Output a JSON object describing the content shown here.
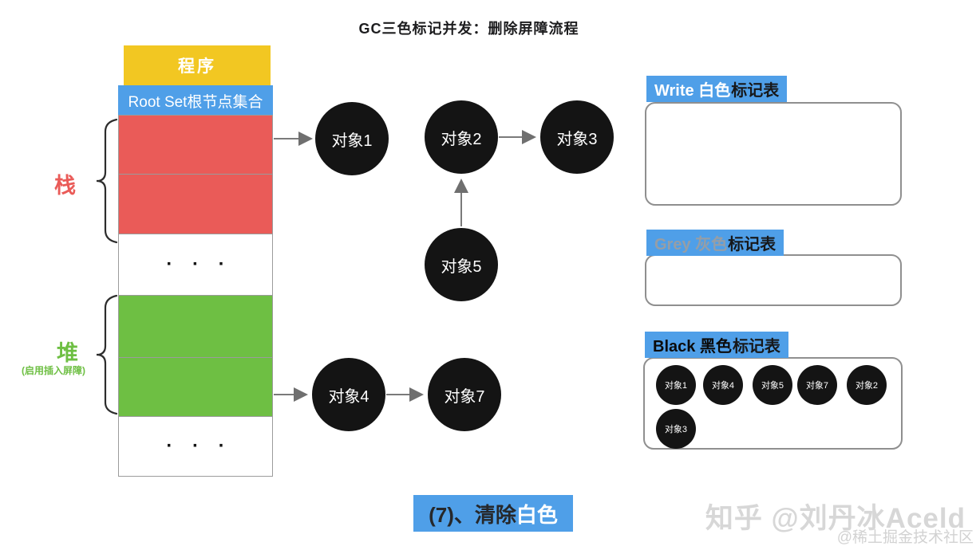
{
  "title": "GC三色标记并发：删除屏障流程",
  "left_labels": {
    "stack": "栈",
    "heap": "堆",
    "heap_note": "(启用插入屏障)"
  },
  "memory": {
    "program": "程序",
    "root_set": "Root Set根节点集合",
    "ellipsis": "· · ·"
  },
  "graph": {
    "nodes": [
      {
        "id": "obj1",
        "label": "对象1"
      },
      {
        "id": "obj2",
        "label": "对象2"
      },
      {
        "id": "obj3",
        "label": "对象3"
      },
      {
        "id": "obj5",
        "label": "对象5"
      },
      {
        "id": "obj4",
        "label": "对象4"
      },
      {
        "id": "obj7",
        "label": "对象7"
      }
    ],
    "edges": [
      {
        "from": "root-stack",
        "to": "obj1"
      },
      {
        "from": "obj2",
        "to": "obj3"
      },
      {
        "from": "obj5",
        "to": "obj2"
      },
      {
        "from": "root-heap",
        "to": "obj4"
      },
      {
        "from": "obj4",
        "to": "obj7"
      }
    ]
  },
  "tables": {
    "white": {
      "title_en": "Write 白色",
      "title_cn": "标记表",
      "items": []
    },
    "grey": {
      "title_en": "Grey 灰色",
      "title_cn": "标记表",
      "items": []
    },
    "black": {
      "title_en": "Black 黑色",
      "title_cn": "标记表",
      "items": [
        "对象1",
        "对象4",
        "对象5",
        "对象7",
        "对象2",
        "对象3"
      ]
    }
  },
  "caption": {
    "prefix": "(7)、清除",
    "highlight": "白色"
  },
  "watermark": {
    "main": "知乎 @刘丹冰Aceld",
    "sub": "@稀土掘金技术社区"
  },
  "colors": {
    "blue": "#4f9fe8",
    "yellow": "#f2c722",
    "red": "#ea5b58",
    "green": "#6ebf43"
  }
}
